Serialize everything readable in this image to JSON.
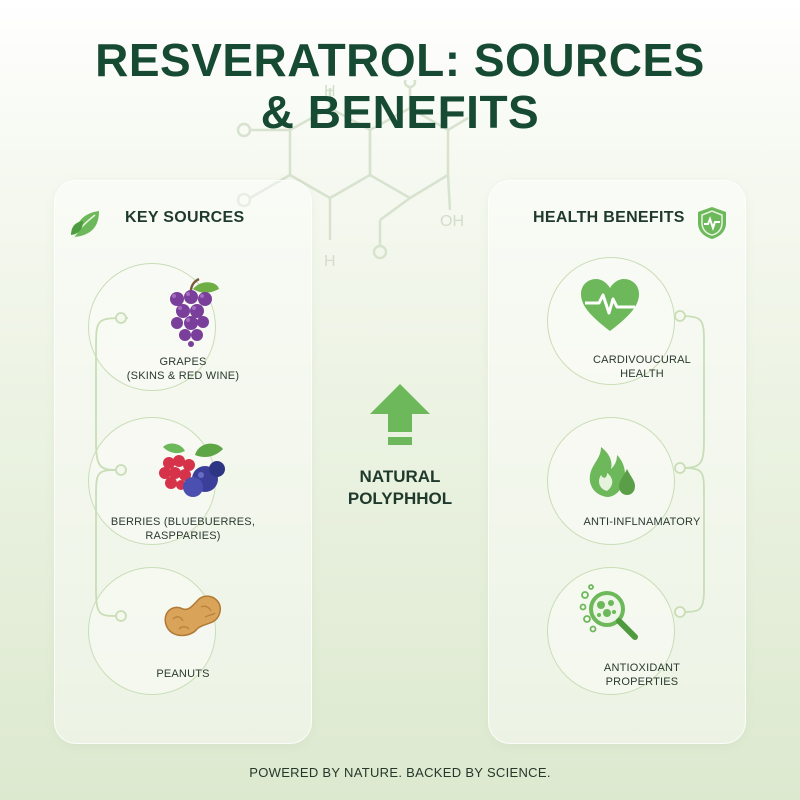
{
  "title": {
    "line1": "RESVERATROL: SOURCES",
    "line2": "& BENEFITS"
  },
  "molecule": {
    "labels": {
      "h_top": "H",
      "oh": "OH",
      "h_bottom": "H"
    }
  },
  "sources": {
    "heading": "KEY SOURCES",
    "items": [
      {
        "label_line1": "GRAPES",
        "label_line2": "(SKINS & RED WINE)",
        "icon": "grapes-icon"
      },
      {
        "label_line1": "BERRIES (BLUEBUERRES,",
        "label_line2": "RASPPARIES)",
        "icon": "berries-icon"
      },
      {
        "label_line1": "PEANUTS",
        "label_line2": "",
        "icon": "peanut-icon"
      }
    ]
  },
  "center": {
    "line1": "NATURAL",
    "line2": "POLYPHHOL"
  },
  "benefits": {
    "heading": "HEALTH BENEFITS",
    "items": [
      {
        "label_line1": "CARDIVOUCURAL",
        "label_line2": "HEALTH",
        "icon": "heart-pulse-icon"
      },
      {
        "label_line1": "ANTI-INFLNAMATORY",
        "label_line2": "",
        "icon": "flame-drop-icon"
      },
      {
        "label_line1": "ANTIOXIDANT",
        "label_line2": "PROPERTIES",
        "icon": "magnifier-cells-icon"
      }
    ]
  },
  "footer": "POWERED BY NATURE. BACKED BY SCIENCE.",
  "colors": {
    "accent": "#5fae4e",
    "dark_green": "#174a33",
    "line": "#c9ddb6"
  }
}
